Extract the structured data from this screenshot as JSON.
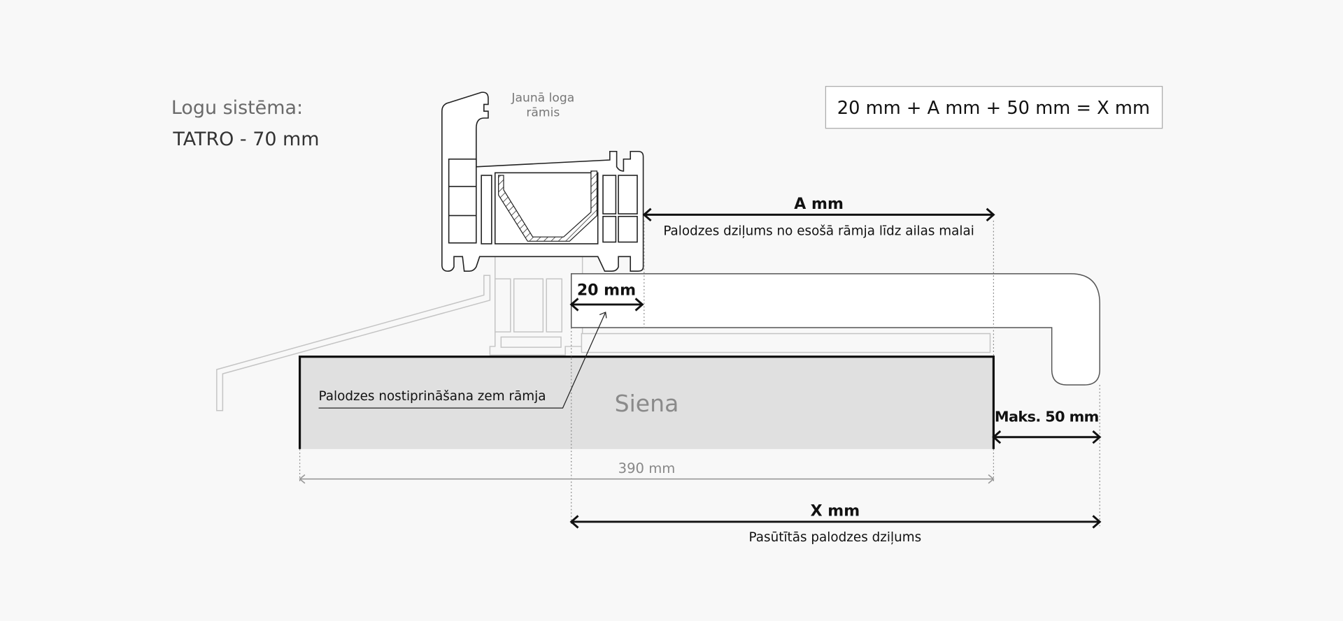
{
  "system": {
    "label": "Logu sistēma:",
    "value": "TATRO - 70 mm"
  },
  "frame_label": {
    "line1": "Jaunā loga",
    "line2": "rāmis"
  },
  "formula": "20 mm + A mm + 50 mm = X mm",
  "dim_a": {
    "label": "A mm",
    "caption": "Palodzes dziļums no esošā rāmja līdz ailas malai"
  },
  "dim_20": {
    "label": "20 mm"
  },
  "fixing_note": "Palodzes nostiprināšana zem rāmja",
  "wall_label": "Siena",
  "dim_wall": {
    "label": "390 mm"
  },
  "dim_max": {
    "label": "Maks. 50 mm"
  },
  "dim_x": {
    "label": "X mm",
    "caption": "Pasūtītās palodzes dziļums"
  },
  "colors": {
    "wall": "#e0e0e0",
    "background": "#f8f8f8"
  }
}
